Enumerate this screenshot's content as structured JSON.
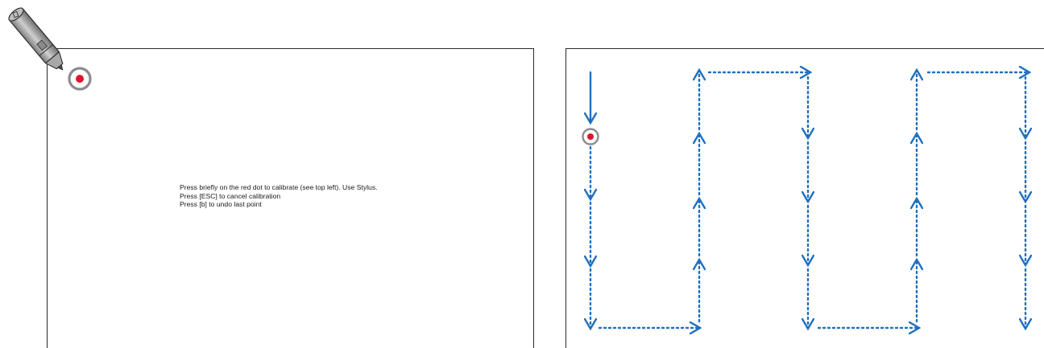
{
  "instructions": {
    "line1": "Press briefly on the red dot to calibrate (see top left). Use Stylus.",
    "line2": "Press [ESC] to cancel calibration",
    "line3": "Press [b] to undo last point"
  },
  "colors": {
    "frame": "#2a2a2a",
    "target_ring": "#8c8c8c",
    "target_dot": "#e3152b",
    "path_blue": "#1f6fbf",
    "stylus_fill": "#9e9e9e"
  },
  "icons": {
    "stylus": "stylus-pen-icon",
    "target": "calibration-target-icon"
  }
}
